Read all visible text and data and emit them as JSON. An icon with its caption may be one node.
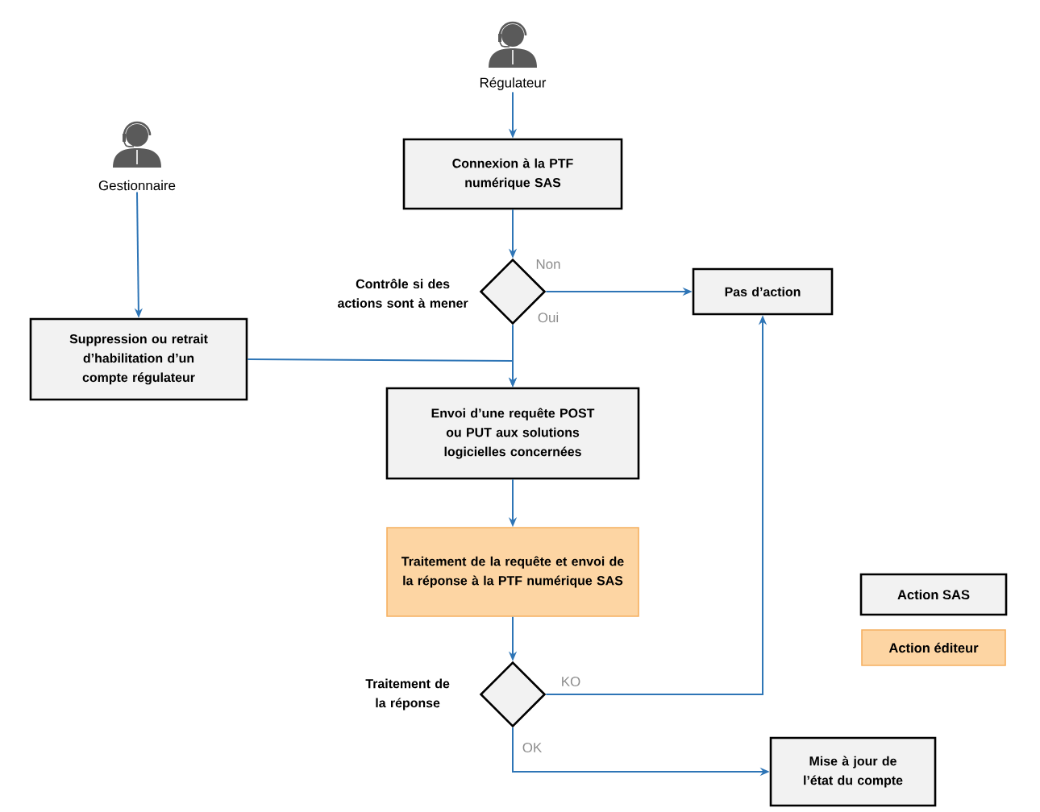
{
  "diagram": {
    "nodes": [
      {
        "text": [
          "Régulateur"
        ]
      },
      {
        "text": [
          "Gestionnaire"
        ]
      },
      {
        "text": [
          "Connexion à la PTF numérique SAS"
        ]
      },
      {
        "text": [],
        "shape": "diamond",
        "beside": [
          "Contrôle si des actions sont à mener"
        ]
      },
      {
        "text": [
          "Pas d’action"
        ]
      },
      {
        "text": [
          "Suppression ou retrait d’habilitation d’un compte régulateur"
        ]
      },
      {
        "text": [
          "Envoi d’une requête POST ou PUT aux solutions logicielles concernées"
        ]
      },
      {
        "text": [
          "Traitement de la requête et envoi de la réponse à la PTF numérique SAS"
        ]
      },
      {
        "text": [],
        "shape": "diamond",
        "beside": [
          "Traitement de la réponse"
        ]
      },
      {
        "text": [
          "Mise à jour de l’état du compte"
        ]
      }
    ],
    "edges": [
      {
        "from": 0,
        "to": 2,
        "arrow": "to"
      },
      {
        "from": 1,
        "to": 5,
        "arrow": "to"
      },
      {
        "from": 2,
        "to": 3,
        "arrow": "to"
      },
      {
        "from": 3,
        "to": 4,
        "arrow": "to",
        "label": "Non"
      },
      {
        "from": 3,
        "to": 6,
        "arrow": "to",
        "label": "Oui"
      },
      {
        "from": 5,
        "to": 6,
        "arrow": "to"
      },
      {
        "from": 6,
        "to": 7,
        "arrow": "to"
      },
      {
        "from": 7,
        "to": 8,
        "arrow": "to"
      },
      {
        "from": 8,
        "to": 4,
        "arrow": "to",
        "label": "KO"
      },
      {
        "from": 8,
        "to": 9,
        "arrow": "to",
        "label": "OK"
      }
    ],
    "legend": [
      {
        "text": "Action SAS",
        "color": "#f2f2f2"
      },
      {
        "text": "Action éditeur",
        "color": "#fdd5a3"
      }
    ]
  }
}
